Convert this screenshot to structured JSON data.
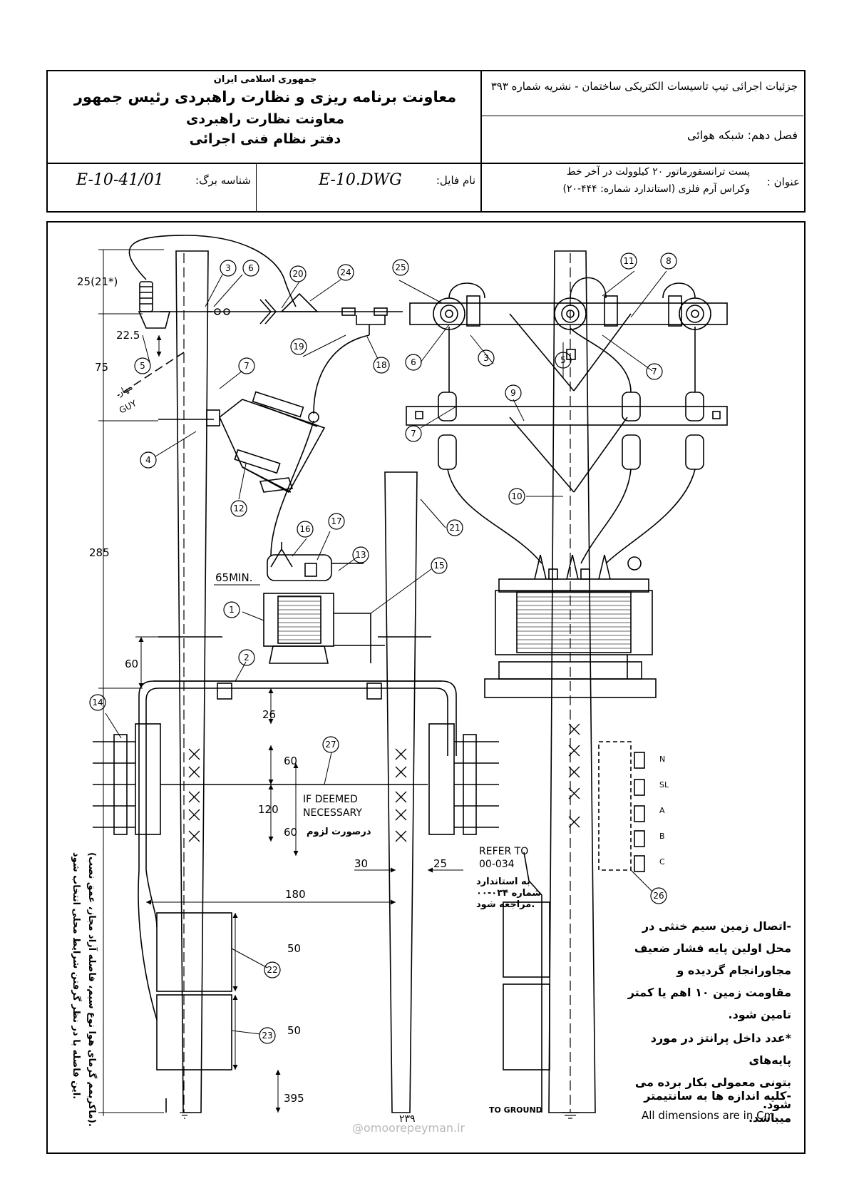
{
  "header": {
    "org_line1": "جمهوری اسلامی ایران",
    "org_line2": "معاونت برنامه ریزی و نظارت راهبردی رئیس جمهور",
    "org_line3": "معاونت نظارت راهبردی",
    "org_line4": "دفتر نظام فنی اجرائی",
    "publication": "جزئیات اجرائی تیپ تاسیسات الکتریکی ساختمان - نشریه شماره ۳۹۳",
    "chapter": "فصل دهم: شبکه هوائی",
    "sheet_label": "شناسه برگ:",
    "sheet_id": "E-10-41/01",
    "file_label": "نام فایل:",
    "file_name": "E-10.DWG",
    "title_label": "عنوان :",
    "title_line1": "پست ترانسفورماتور ۲۰ کیلوولت در آخر خط",
    "title_line2": "وکراس آرم فلزی (استاندارد شماره: ۴۴۴-۲۰)"
  },
  "dimensions": {
    "d25": "25(21*)",
    "d22_5": "22.5",
    "d75": "75",
    "d285": "285",
    "d60a": "60",
    "d65min": "65MIN.",
    "d26": "26",
    "d60b": "60",
    "d120": "120",
    "d60c": "60",
    "d30": "30",
    "d25b": "25",
    "d180": "180",
    "d50a": "50",
    "d50b": "50",
    "d395": "395"
  },
  "labels": {
    "guy_fa": "مهار",
    "guy_en": "GUY",
    "deemed1": "IF DEEMED",
    "deemed2": "NECESSARY",
    "deemed_fa": "درصورت لزوم",
    "refer1": "REFER TO",
    "refer2": "00-034",
    "refer_fa1": "به استاندارد",
    "refer_fa2": "شماره ۰۳۴-۰۰",
    "refer_fa3": "مراجعه شود.",
    "to_ground": "TO GROUND",
    "phases": [
      "N",
      "SL",
      "A",
      "B",
      "C"
    ],
    "page_number": "۲۳۹"
  },
  "callouts": [
    "1",
    "2",
    "3",
    "4",
    "5",
    "6",
    "7",
    "8",
    "9",
    "10",
    "11",
    "12",
    "13",
    "14",
    "15",
    "16",
    "17",
    "18",
    "19",
    "20",
    "21",
    "22",
    "23",
    "24",
    "25",
    "26",
    "27"
  ],
  "notes": {
    "n1": [
      "-اتصال زمین سیم خنثی در",
      "محل اولین پایه فشار ضعیف",
      "مجاورانجام گردیده و",
      "مقاومت زمین ۱۰ اهم یا کمتر",
      "تامین شود."
    ],
    "n2": [
      "*عدد داخل پرانتز در مورد پایه‌های",
      "بتونی معمولی بکار برده می شود."
    ],
    "n3": "-کلیه اندازه ها به سانتیمتر میباشد.",
    "n4": "All dimensions are in Cm.",
    "side1": "این فاصله با در نظر گرفتن شرایط محلی انتخاب شود.",
    "side2": "(ماکزیمم گرمای هوا نوع سیم، فاصله آزاد مجاز، عمق نصب)."
  },
  "watermark": "@omoorepeyman.ir"
}
